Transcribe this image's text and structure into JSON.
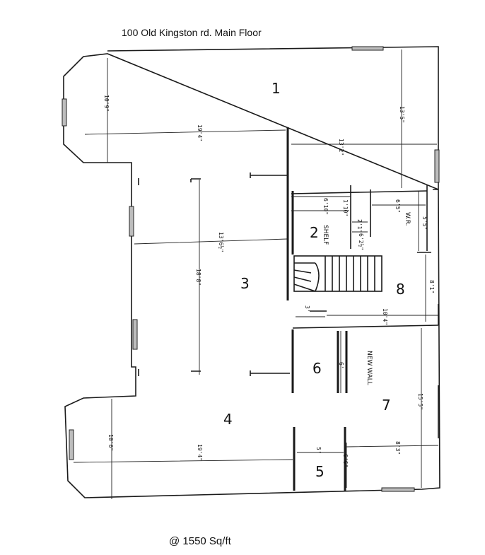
{
  "title": "100 Old Kingston rd. Main Floor",
  "area": "@ 1550 Sq/ft",
  "rooms": [
    "1",
    "2",
    "3",
    "4",
    "5",
    "6",
    "7",
    "8"
  ],
  "labels": {
    "shelf": "SHELF",
    "wr": "W.R.",
    "new_wall": "NEW WALL"
  },
  "dimensions": {
    "d1": "10'9\"",
    "d2": "19'4\"",
    "d3": "13'5\"",
    "d4": "13'2\"",
    "d5": "13'6½\"",
    "d6": "18'8\"",
    "d7": "6'10\"",
    "d8": "1'10\"",
    "d9": "2'1\"",
    "d10": "6'2½\"",
    "d11": "6'5\"",
    "d12": "5'5\"",
    "d13": "8'1\"",
    "d14": "10'4\"",
    "d15": "3'",
    "d16": "6'",
    "d17": "15'5\"",
    "d18": "10'6\"",
    "d19": "19'4\"",
    "d20": "5'",
    "d21": "6'6\"",
    "d22": "8'3\""
  }
}
